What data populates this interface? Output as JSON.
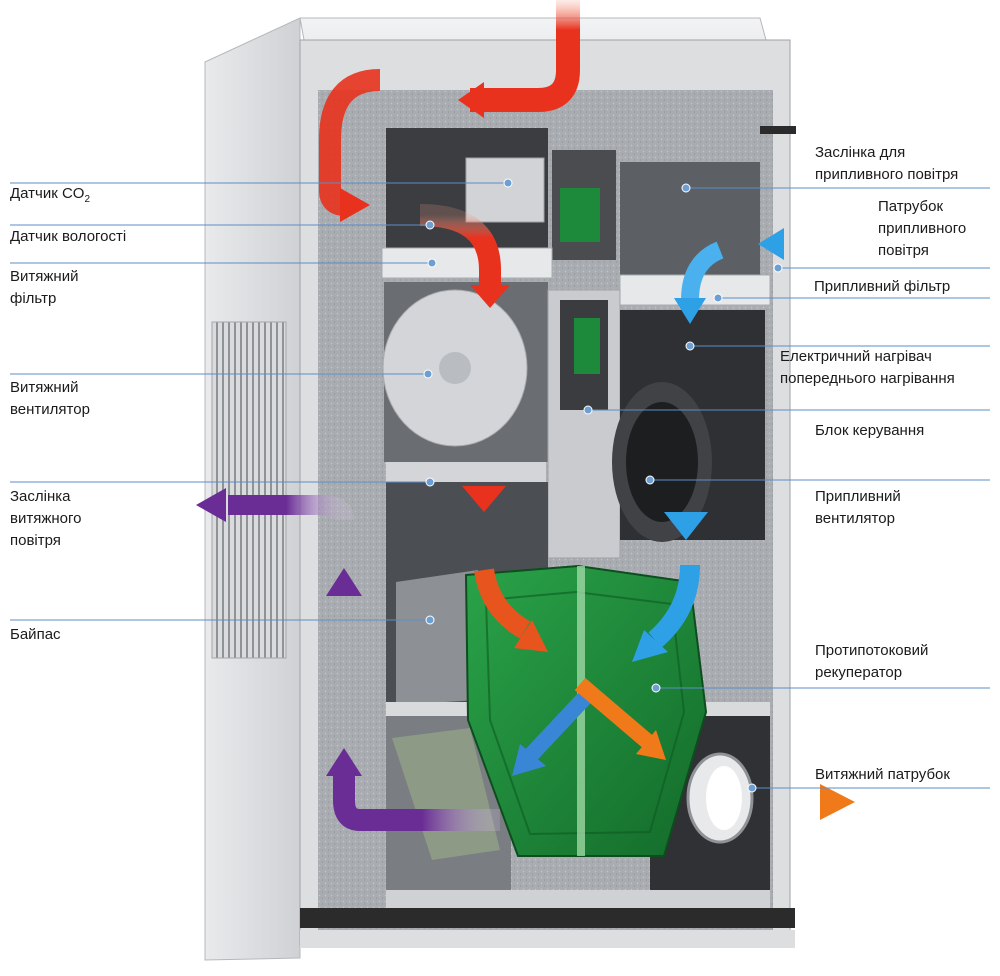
{
  "colors": {
    "leader_line": "#5b8fc7",
    "leader_dot": "#6e9fd3",
    "warm_flow": "#e8321e",
    "cool_flow": "#2ea0e6",
    "exhaust_flow": "#6a2c95",
    "outlet_flow": "#f07a1a",
    "heat_exchanger": "#1f8a3b",
    "casing": "#c9cbce",
    "insulation": "#9da0a4"
  },
  "labels_left": [
    {
      "id": "co2-sensor",
      "text_main": "Датчик CO",
      "text_sub": "2"
    },
    {
      "id": "humidity-sensor",
      "text": "Датчик вологості"
    },
    {
      "id": "extract-filter",
      "text": "Витяжний\nфільтр"
    },
    {
      "id": "extract-fan",
      "text": "Витяжний\nвентилятор"
    },
    {
      "id": "extract-damper",
      "text": "Заслінка\nвитяжного\nповітря"
    },
    {
      "id": "bypass",
      "text": "Байпас"
    }
  ],
  "labels_right": [
    {
      "id": "supply-damper",
      "text": "Заслінка для\nприпливного повітря"
    },
    {
      "id": "supply-inlet",
      "text": "Патрубок\nприпливного\nповітря"
    },
    {
      "id": "supply-filter",
      "text": "Припливний фільтр"
    },
    {
      "id": "preheater",
      "text": "Електричний нагрівач\nпопереднього нагрівання"
    },
    {
      "id": "control-unit",
      "text": "Блок керування"
    },
    {
      "id": "supply-fan",
      "text": "Припливний\nвентилятор"
    },
    {
      "id": "recuperator",
      "text": "Протипотоковий\nрекуператор"
    },
    {
      "id": "exhaust-outlet",
      "text": "Витяжний патрубок"
    }
  ]
}
